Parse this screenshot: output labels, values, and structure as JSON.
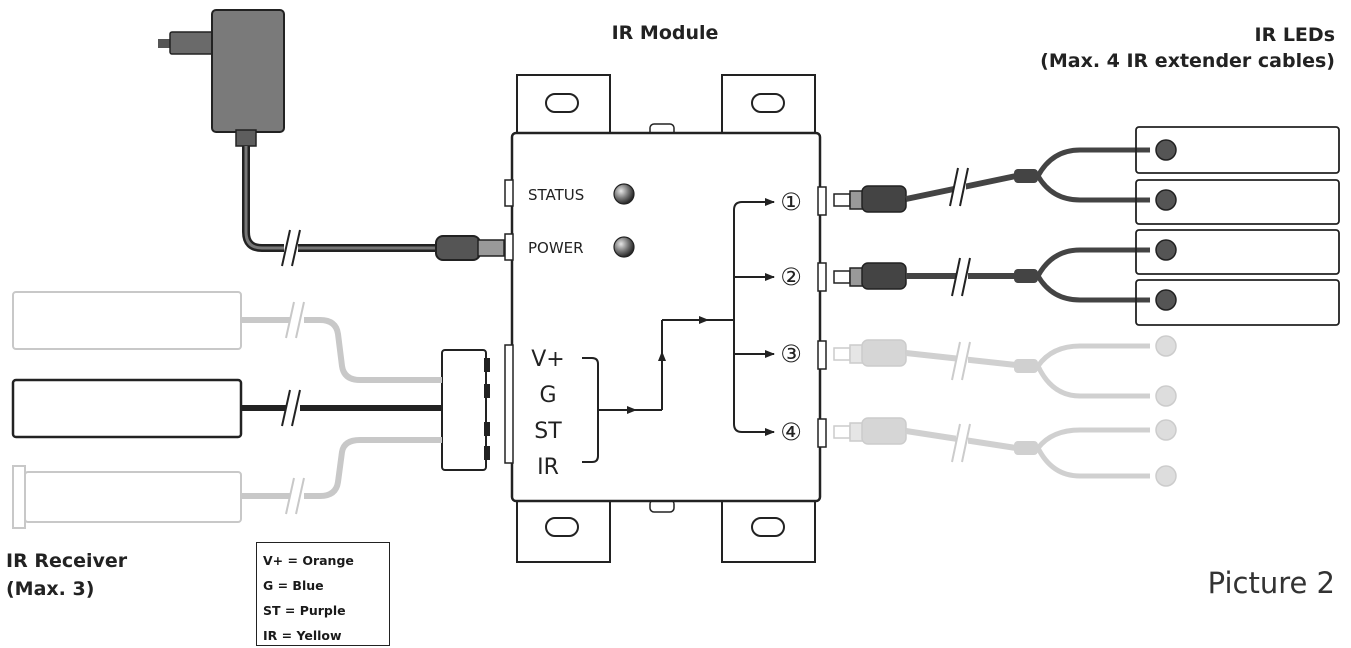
{
  "titles": {
    "module": "IR Module",
    "leds_line1": "IR LEDs",
    "leds_line2": "(Max. 4 IR extender cables)",
    "receiver_line1": "IR Receiver",
    "receiver_line2": "(Max. 3)",
    "picture": "Picture 2"
  },
  "module": {
    "status_label": "STATUS",
    "power_label": "POWER",
    "pins": [
      "V+",
      "G",
      "ST",
      "IR"
    ],
    "ports": [
      "①",
      "②",
      "③",
      "④"
    ]
  },
  "legend": [
    "V+ = Orange",
    "G = Blue",
    "ST = Purple",
    "IR = Yellow"
  ]
}
